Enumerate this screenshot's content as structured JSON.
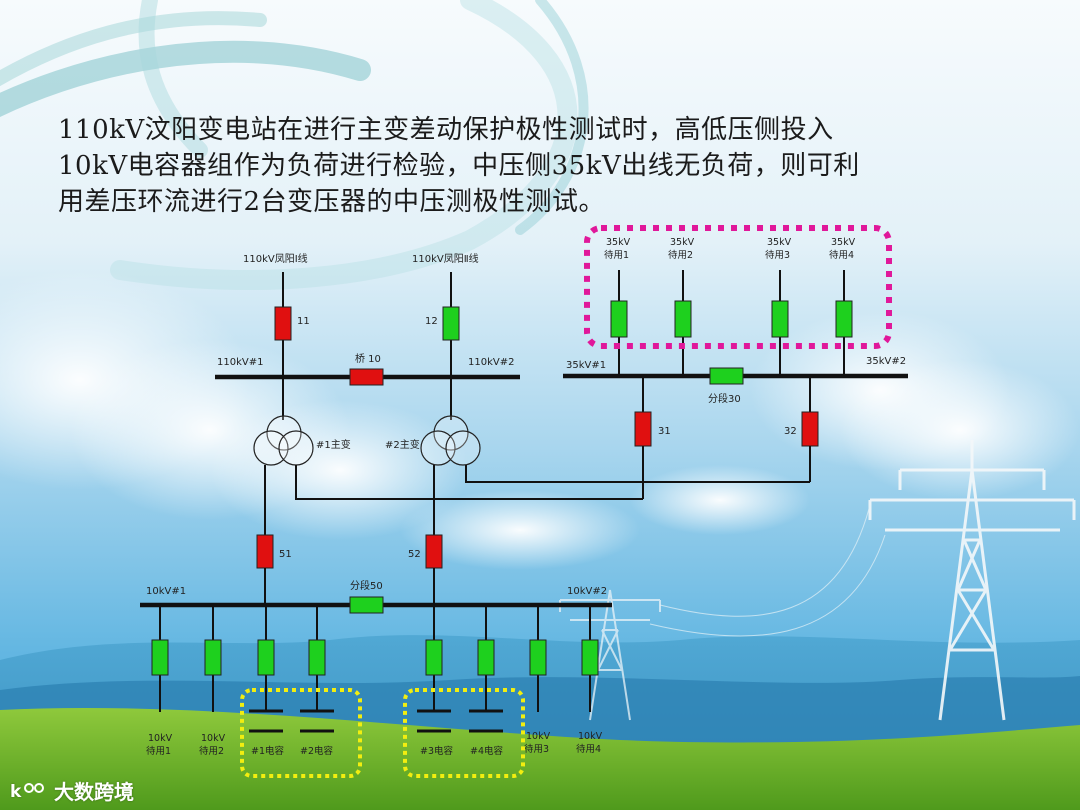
{
  "heading": {
    "lines": [
      "110kV汶阳变电站在进行主变差动保护极性测试时，高低压侧投入",
      "10kV电容器组作为负荷进行检验，中压侧35kV出线无负荷，则可利",
      "用差压环流进行2台变压器的中压测极性测试。"
    ]
  },
  "diagram": {
    "lines_110kv": [
      "110kV凤阳Ⅰ线",
      "110kV凤阳Ⅱ线"
    ],
    "buses": {
      "b110_1": "110kV#1",
      "b110_2": "110kV#2",
      "b35_1": "35kV#1",
      "b35_2": "35kV#2",
      "b10_1": "10kV#1",
      "b10_2": "10kV#2"
    },
    "breakers": {
      "b11": "11",
      "b12": "12",
      "qiao10": "桥 10",
      "fenduan30": "分段30",
      "b31": "31",
      "b32": "32",
      "b51": "51",
      "b52": "52",
      "fenduan50": "分段50"
    },
    "transformers": [
      "#1主变",
      "#2主变"
    ],
    "feeders_35kv": [
      {
        "line1": "35kV",
        "line2": "待用1"
      },
      {
        "line1": "35kV",
        "line2": "待用2"
      },
      {
        "line1": "35kV",
        "line2": "待用3"
      },
      {
        "line1": "35kV",
        "line2": "待用4"
      }
    ],
    "feeders_10kv_left": [
      {
        "line1": "10kV",
        "line2": "待用1"
      },
      {
        "line1": "10kV",
        "line2": "待用2"
      }
    ],
    "feeders_10kv_right": [
      {
        "line1": "10kV",
        "line2": "待用3"
      },
      {
        "line1": "10kV",
        "line2": "待用4"
      }
    ],
    "capacitors": [
      "#1电容",
      "#2电容",
      "#3电容",
      "#4电容"
    ],
    "colors": {
      "breaker_closed": "#e01010",
      "breaker_open": "#1ed01e",
      "highlight_35kv": "#e0189a",
      "highlight_capacitor": "#f2ee10"
    }
  },
  "brand": {
    "text": "大数跨境"
  }
}
